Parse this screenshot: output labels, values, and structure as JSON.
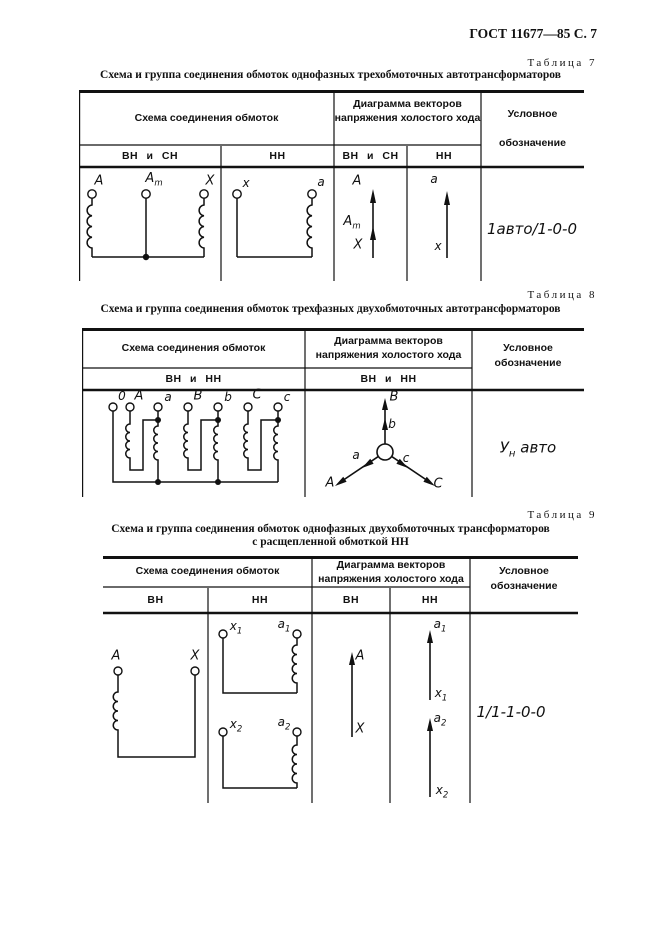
{
  "page_header": "ГОСТ 11677—85 С. 7",
  "t7": {
    "caption": "Таблица 7",
    "title": "Схема и группа соединения обмоток однофазных трехобмоточных автотрансформаторов",
    "headers": {
      "scheme": "Схема соединения обмоток",
      "vectors": "Диаграмма векторов напряжения холостого хода",
      "designation": "Условное обозначение",
      "sub_scheme_hv": "ВН и СН",
      "sub_scheme_lv": "НН",
      "sub_vec_hv": "ВН и СН",
      "sub_vec_lv": "НН"
    },
    "labels": {
      "A": "A",
      "Am_base": "A",
      "Am_sub": "m",
      "X": "X",
      "x": "x",
      "a": "a"
    },
    "designation_value": "1авто/1-0-0"
  },
  "t8": {
    "caption": "Таблица 8",
    "title": "Схема и группа соединения обмоток трехфазных двухобмоточных автотрансформаторов",
    "headers": {
      "scheme": "Схема соединения обмоток",
      "vectors": "Диаграмма векторов напряжения холостого хода",
      "designation": "Условное обозначение",
      "sub_scheme": "ВН и НН",
      "sub_vec": "ВН и НН"
    },
    "labels": {
      "zero": "0",
      "A": "A",
      "a": "a",
      "B": "B",
      "b": "b",
      "C": "C",
      "c": "c"
    },
    "designation_base": "У",
    "designation_sub": "н",
    "designation_rest": "авто"
  },
  "t9": {
    "caption": "Таблица 9",
    "title_line1": "Схема и группа соединения обмоток однофазных двухобмоточных трансформаторов",
    "title_line2": "с расщепленной обмоткой НН",
    "headers": {
      "scheme": "Схема соединения обмоток",
      "vectors": "Диаграмма векторов напряжения холостого хода",
      "designation": "Условное обозначение",
      "sub_scheme_hv": "ВН",
      "sub_scheme_lv": "НН",
      "sub_vec_hv": "ВН",
      "sub_vec_lv": "НН"
    },
    "labels": {
      "A": "A",
      "X": "X",
      "x1_base": "x",
      "x1_sub": "1",
      "a1_base": "a",
      "a1_sub": "1",
      "x2_base": "x",
      "x2_sub": "2",
      "a2_base": "a",
      "a2_sub": "2"
    },
    "designation_value": "1/1-1-0-0"
  }
}
